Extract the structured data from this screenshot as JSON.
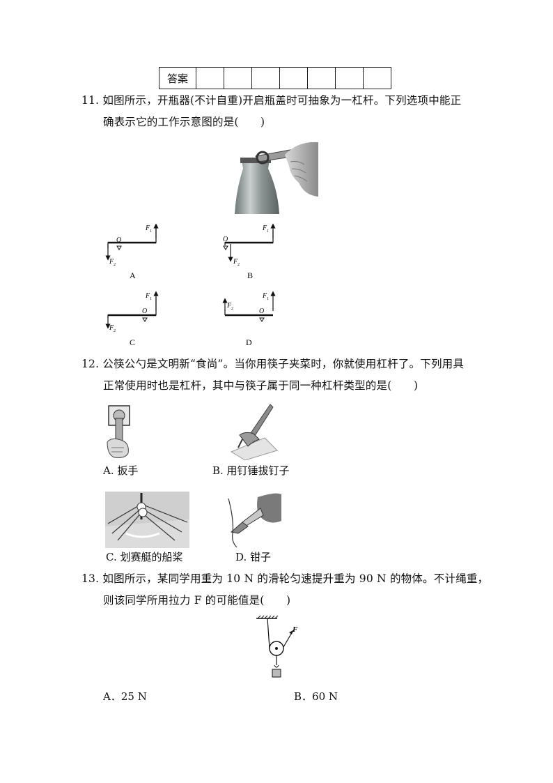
{
  "answer_row": {
    "label": "答案",
    "cells": [
      "",
      "",
      "",
      "",
      "",
      "",
      ""
    ]
  },
  "q11": {
    "number": "11.",
    "line1": "如图所示，开瓶器(不计自重)开启瓶盖时可抽象为一杠杆。下列选项中能正",
    "line2": "确表示它的工作示意图的是(　　)",
    "options": {
      "A": "A",
      "B": "B",
      "C": "C",
      "D": "D"
    },
    "labels": {
      "O": "O",
      "F1": "F",
      "F2": "F",
      "sub1": "1",
      "sub2": "2"
    }
  },
  "q12": {
    "number": "12.",
    "line1": "公筷公勺是文明新“食尚”。当你用筷子夹菜时，你就使用杠杆了。下列用具",
    "line2": "正常使用时也是杠杆，其中与筷子属于同一种杠杆类型的是(　　)",
    "options": {
      "A": "A. 扳手",
      "B": "B. 用钉锤拔钉子",
      "C": "C. 划赛艇的船桨",
      "D": "D. 钳子"
    }
  },
  "q13": {
    "number": "13.",
    "line1": "如图所示，某同学用重为 10 N 的滑轮匀速提升重为 90 N 的物体。不计绳重，",
    "line2": "则该同学所用拉力 F 的可能值是(　　)",
    "force_label": "F",
    "options": {
      "A": "A．25 N",
      "B": "B．60 N"
    }
  }
}
